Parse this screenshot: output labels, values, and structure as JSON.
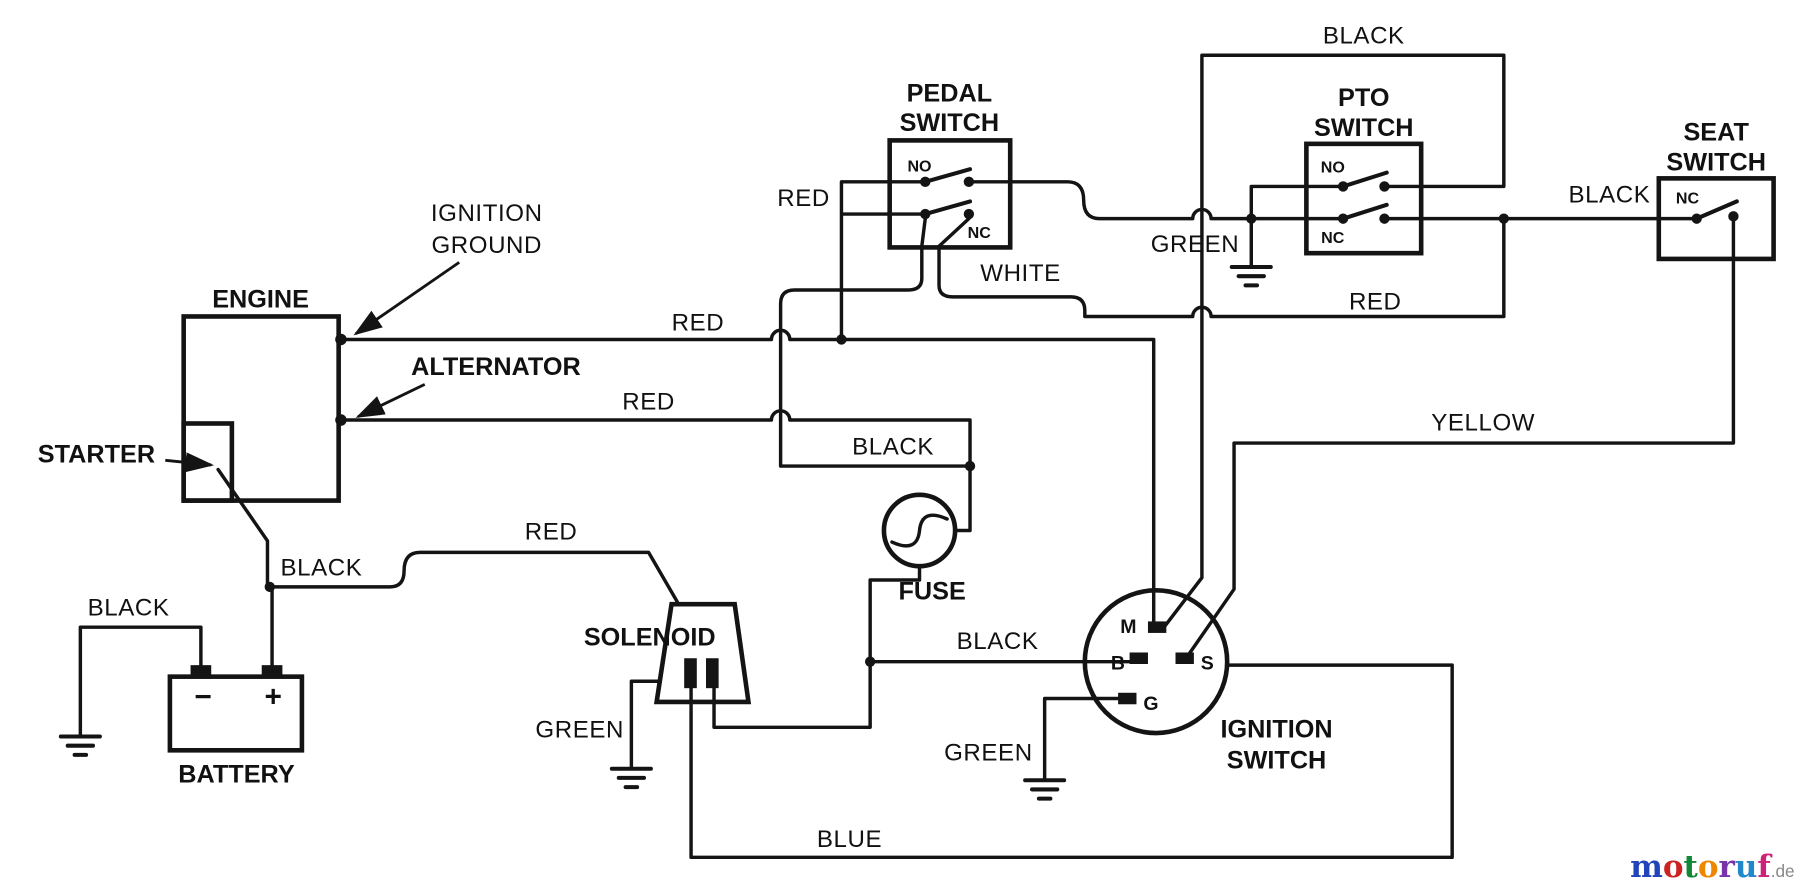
{
  "page": {
    "background": "#ffffff",
    "line_color": "#141414"
  },
  "components": {
    "engine": {
      "label": "ENGINE"
    },
    "starter": {
      "label": "STARTER"
    },
    "ignition_ground": {
      "line1": "IGNITION",
      "line2": "GROUND"
    },
    "alternator": {
      "label": "ALTERNATOR"
    },
    "battery": {
      "label": "BATTERY",
      "negative": "−",
      "positive": "+"
    },
    "pedal_switch": {
      "line1": "PEDAL",
      "line2": "SWITCH",
      "no": "NO",
      "nc": "NC"
    },
    "pto_switch": {
      "line1": "PTO",
      "line2": "SWITCH",
      "no": "NO",
      "nc": "NC"
    },
    "seat_switch": {
      "line1": "SEAT",
      "line2": "SWITCH",
      "nc": "NC"
    },
    "fuse": {
      "label": "FUSE"
    },
    "solenoid": {
      "label": "SOLENOID"
    },
    "ignition_switch": {
      "line1": "IGNITION",
      "line2": "SWITCH",
      "m": "M",
      "b": "B",
      "s": "S",
      "g": "G"
    }
  },
  "wire_labels": {
    "top_black": "BLACK",
    "pedal_feed_red": "RED",
    "white": "WHITE",
    "pto_green": "GREEN",
    "seat_black": "BLACK",
    "interlock_red": "RED",
    "engine_red": "RED",
    "alternator_red": "RED",
    "fuse_feed_black": "BLACK",
    "yellow": "YELLOW",
    "solenoid_red": "RED",
    "starter_black": "BLACK",
    "battery_ground_black": "BLACK",
    "ignition_b_black": "BLACK",
    "solenoid_green": "GREEN",
    "ignition_green": "GREEN",
    "blue": "BLUE"
  },
  "watermark": {
    "letters": [
      "m",
      "o",
      "t",
      "o",
      "r",
      "u",
      "f"
    ],
    "suffix": ".de",
    "letter_colors": [
      "#2244bb",
      "#cc2222",
      "#118833",
      "#ee8800",
      "#7733aa",
      "#2288cc",
      "#cc2277"
    ],
    "suffix_color": "#888888"
  }
}
